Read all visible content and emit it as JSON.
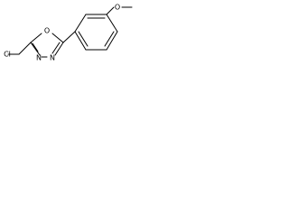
{
  "diagram": {
    "type": "chemical-structure",
    "atoms": {
      "cl": "Cl",
      "ring_o": "O",
      "n1": "N",
      "n2": "N",
      "methoxy_o": "O"
    },
    "colors": {
      "bond": "#000000",
      "text": "#000000",
      "background": "#ffffff"
    }
  }
}
